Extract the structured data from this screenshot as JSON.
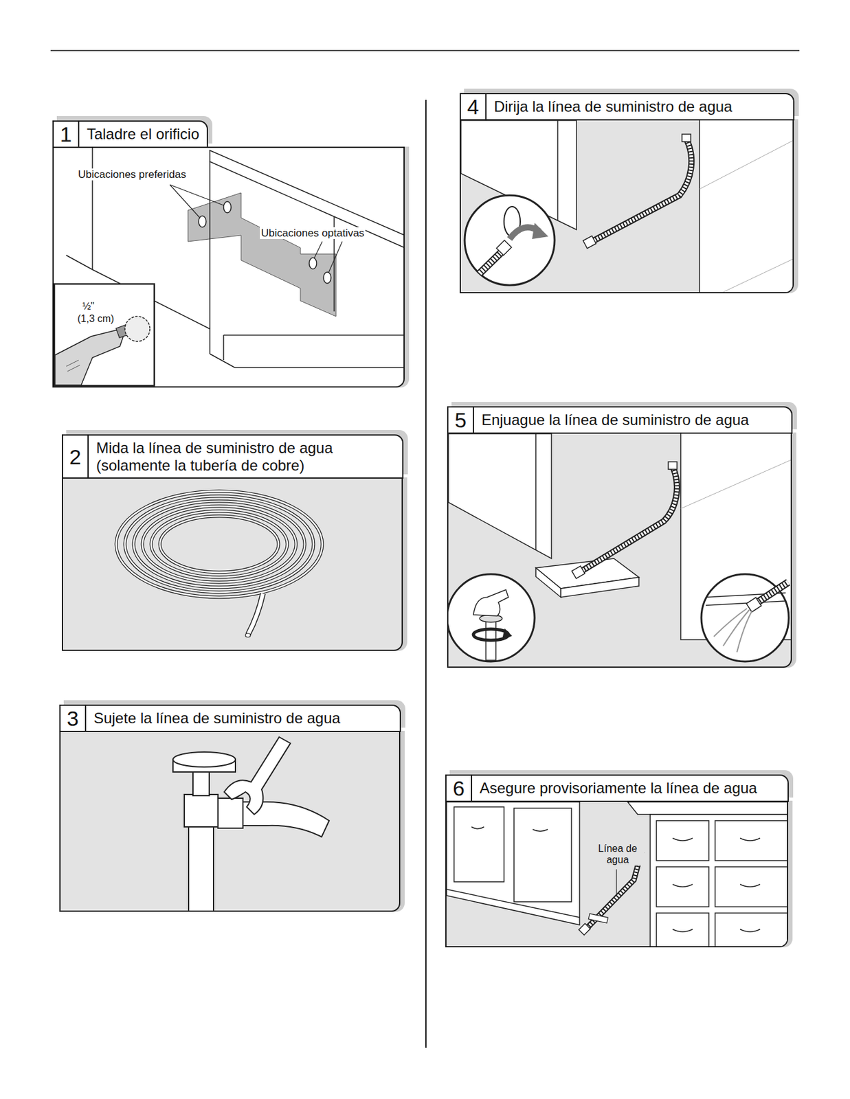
{
  "diagram": {
    "nodes": [
      {
        "text": [
          "1",
          "Taladre el orificio"
        ]
      },
      {
        "text": [
          "2",
          "Mida la línea de suministro de agua (solamente la tubería de cobre)"
        ]
      },
      {
        "text": [
          "3",
          "Sujete la línea de suministro de agua"
        ]
      },
      {
        "text": [
          "4",
          "Dirija la línea de suministro de agua"
        ]
      },
      {
        "text": [
          "5",
          "Enjuague la línea de suministro de agua"
        ]
      },
      {
        "text": [
          "6",
          "Asegure provisoriamente la línea de agua"
        ]
      }
    ],
    "labels": [
      "Ubicaciones preferidas",
      "Ubicaciones optativas",
      "½\"",
      "(1,3 cm)",
      "Línea de agua"
    ]
  }
}
